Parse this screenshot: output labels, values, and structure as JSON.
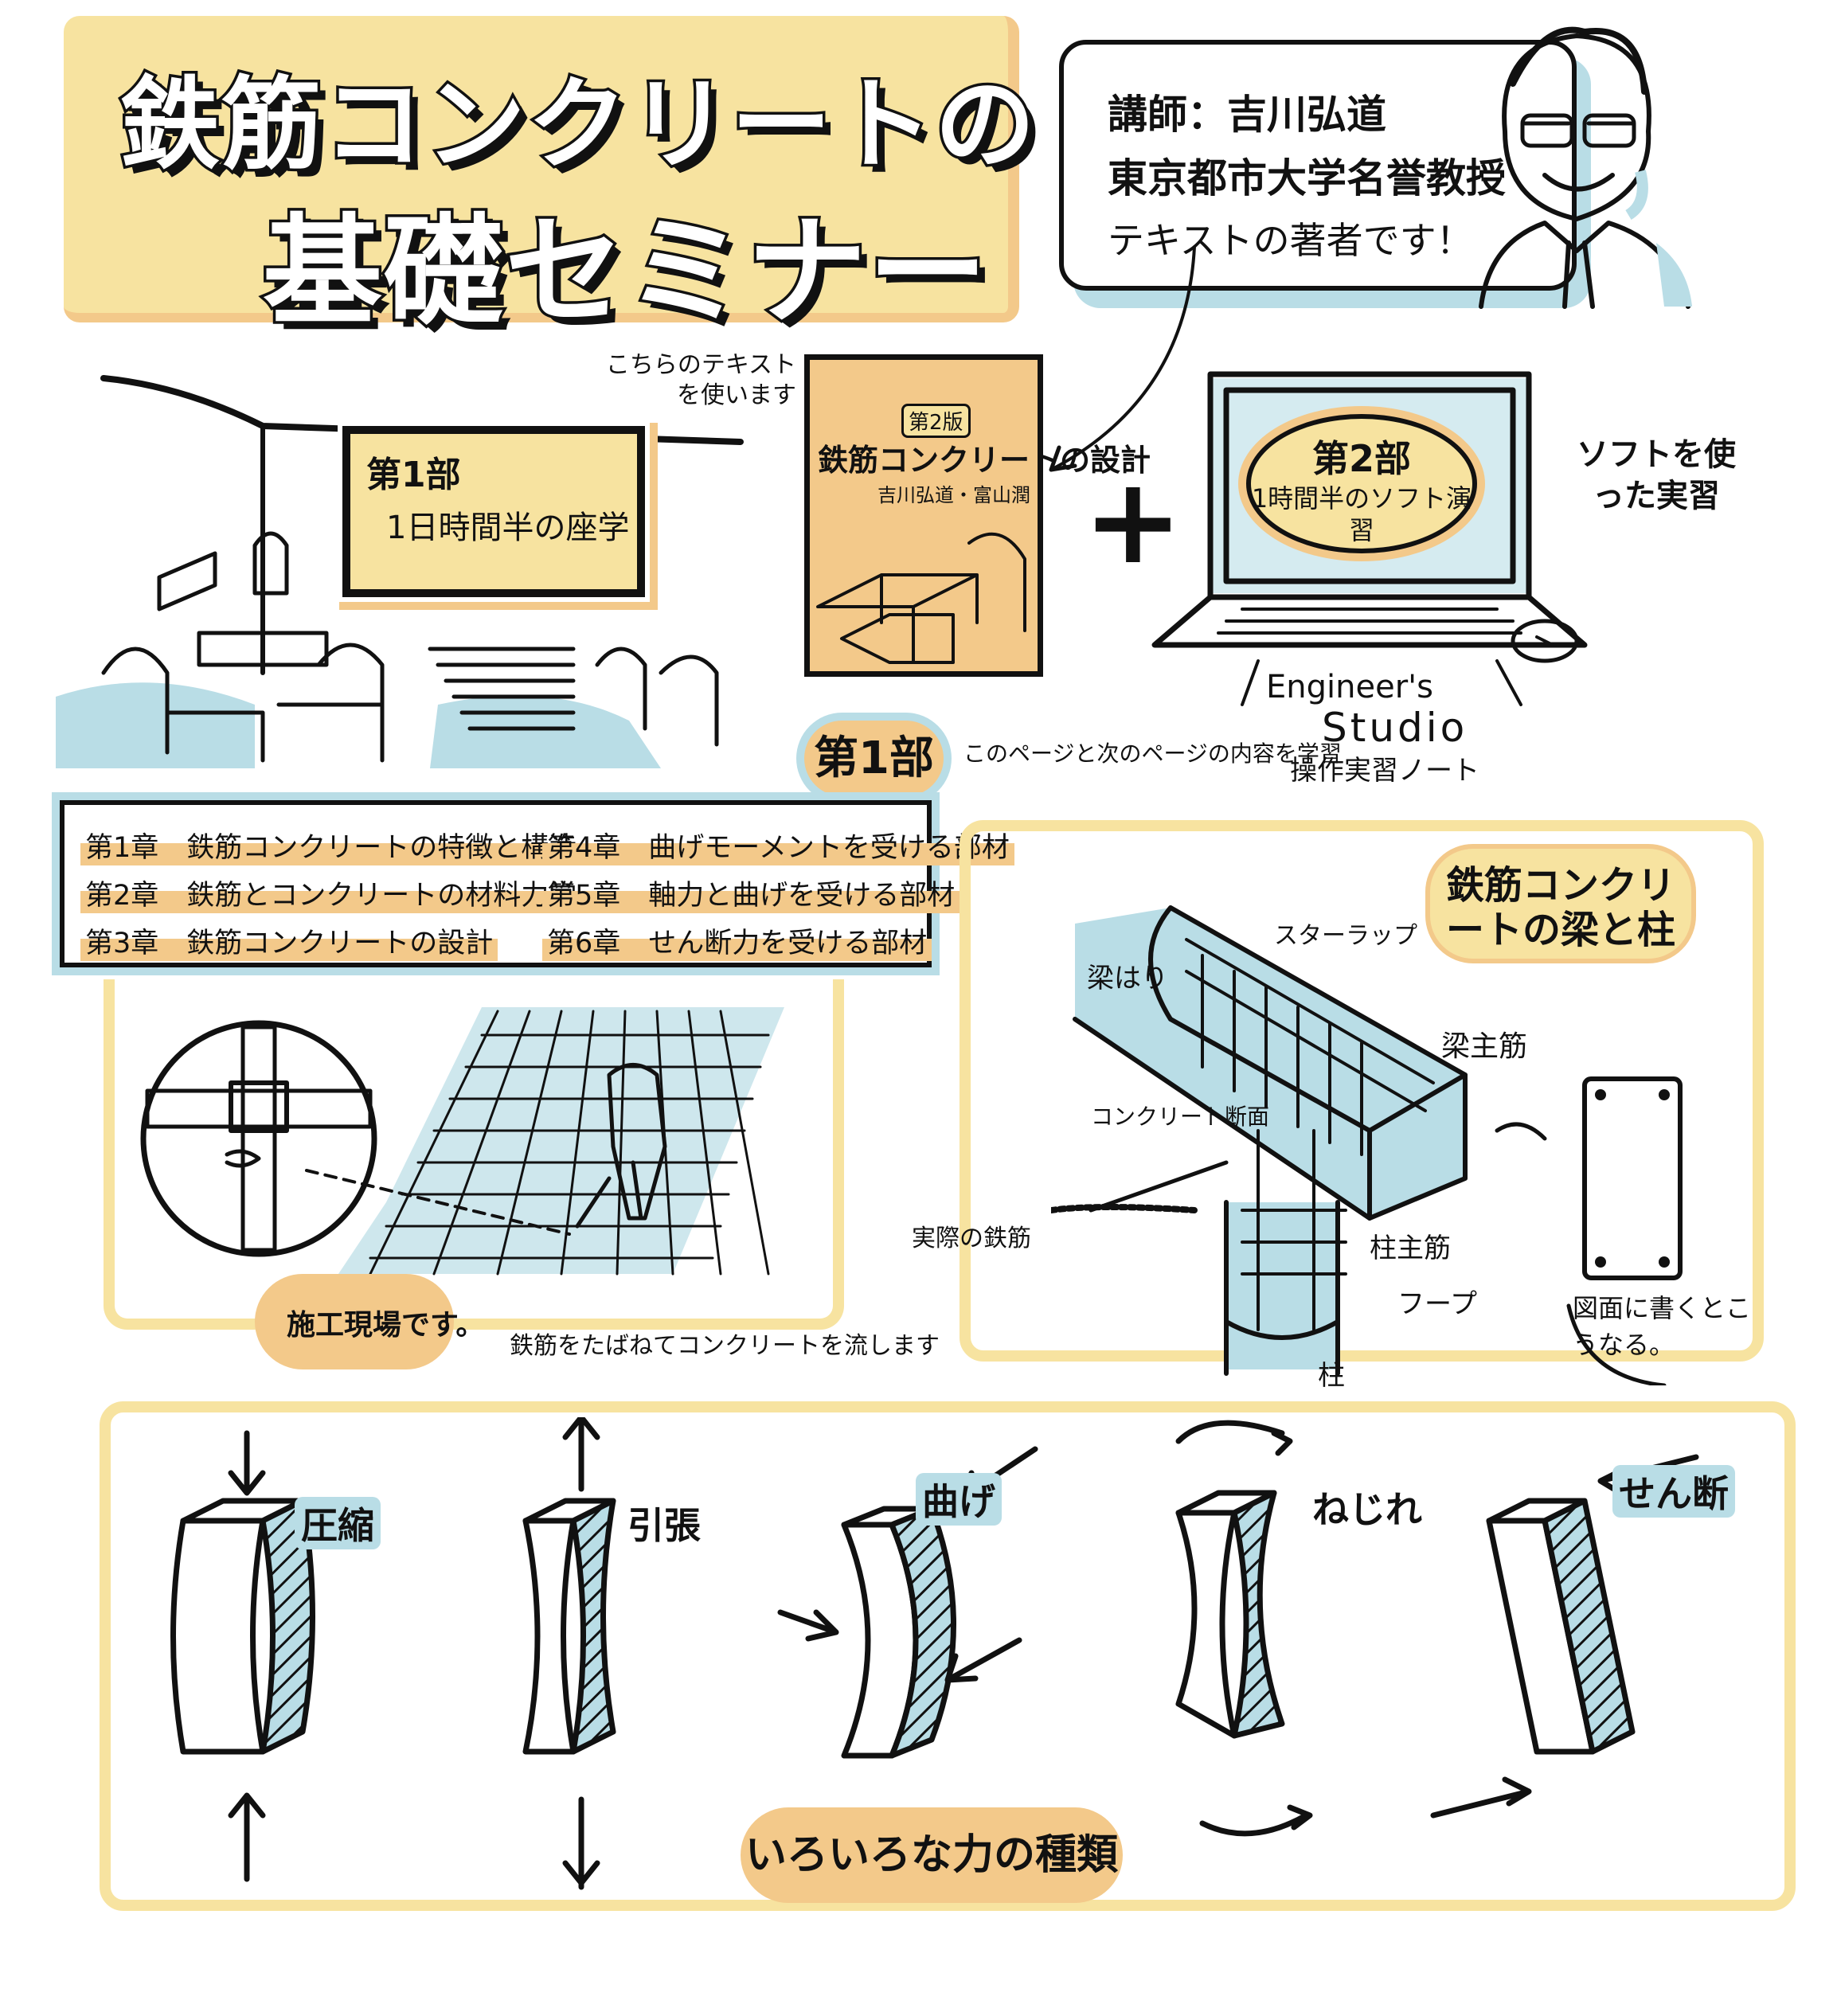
{
  "title": {
    "line1": "鉄筋コンクリートの",
    "line2": "基礎セミナー"
  },
  "lecturer": {
    "name": "講師：吉川弘道",
    "affiliation": "東京都市大学名誉教授",
    "note": "テキストの著者です！"
  },
  "part1_scene": {
    "slide_title": "第1部",
    "slide_sub": "1日時間半の座学"
  },
  "textbook": {
    "note": "こちらのテキストを使います",
    "edition": "第2版",
    "title": "鉄筋コンクリートの設計",
    "authors": "吉川弘道・富山潤"
  },
  "part2": {
    "plus": "+",
    "title": "第2部",
    "sub": "1時間半のソフト演習",
    "soft_note": "ソフトを使った実習",
    "es_label": "Engineer's",
    "es_brand": "Studio",
    "es_note": "操作実習ノート"
  },
  "part1": {
    "tag": "第1部",
    "note": "このページと次のページの内容を学習",
    "chapters": [
      "第1章　鉄筋コンクリートの特徴と構造",
      "第2章　鉄筋とコンクリートの材料力学",
      "第3章　鉄筋コンクリートの設計",
      "第4章　曲げモーメントを受ける部材",
      "第5章　軸力と曲げを受ける部材",
      "第6章　せん断力を受ける部材"
    ]
  },
  "site": {
    "caption1": "施工現場です。",
    "caption2": "鉄筋をたばねてコンクリートを流します"
  },
  "beam_column": {
    "title": "鉄筋コンクリートの梁と柱",
    "stirrup": "スターラップ",
    "beam": "梁はり",
    "beam_main": "梁主筋",
    "concrete": "コンクリート断面",
    "rebar": "実際の鉄筋",
    "column_main": "柱主筋",
    "hoop": "フープ",
    "column": "柱",
    "drawing": "図面に書くとこうなる。"
  },
  "forces": {
    "compression": "圧縮",
    "tension": "引張",
    "bending": "曲げ",
    "torsion": "ねじれ",
    "shear": "せん断",
    "caption": "いろいろな力の種類"
  },
  "colors": {
    "yellow": "#f7e3a0",
    "orange": "#f3c98a",
    "blue": "#b9dde6",
    "ink": "#111111"
  }
}
